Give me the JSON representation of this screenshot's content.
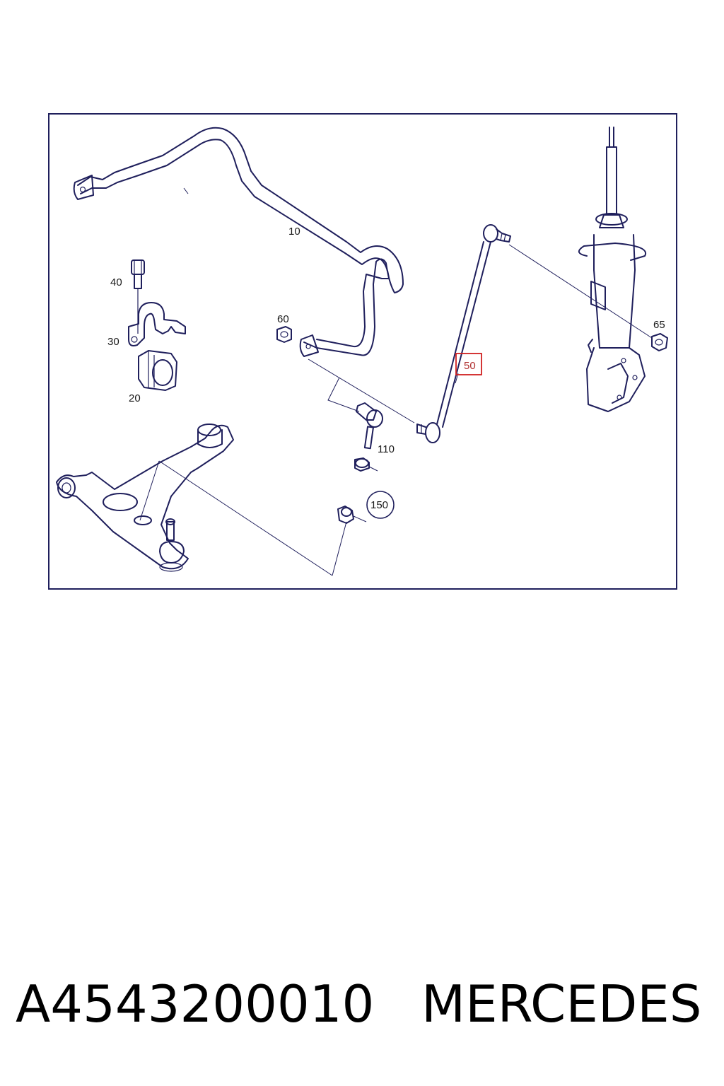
{
  "diagram": {
    "callouts": {
      "c10": "10",
      "c20": "20",
      "c30": "30",
      "c40": "40",
      "c50": "50",
      "c60": "60",
      "c65": "65",
      "c110": "110",
      "c150": "150"
    },
    "highlighted_callout": "50",
    "highlight_color": "#d02020",
    "line_color": "#1f1f5c"
  },
  "footer": {
    "part_number": "A4543200010",
    "brand": "MERCEDES"
  }
}
